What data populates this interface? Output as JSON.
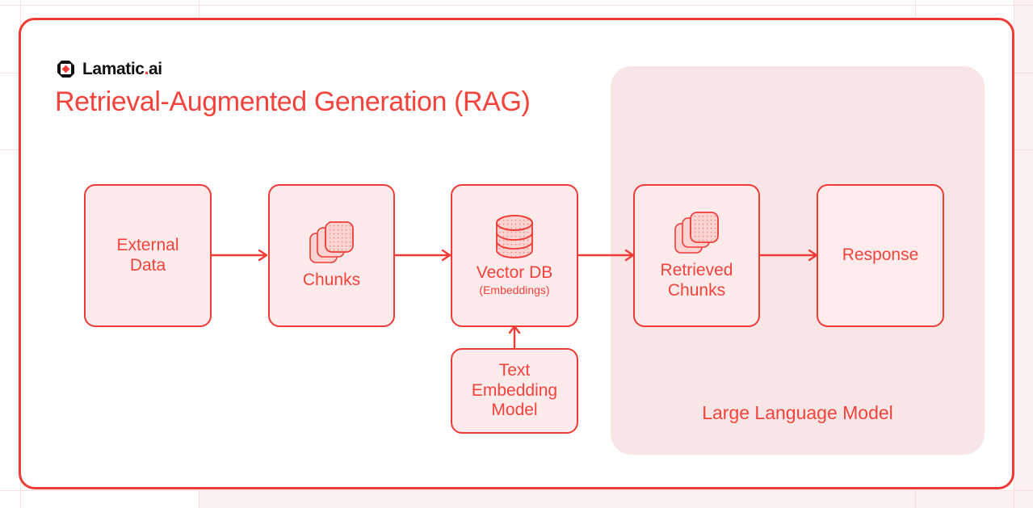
{
  "brand": {
    "name_main": "Lamatic",
    "name_dot": ".",
    "name_suffix": "ai",
    "logo_icon": "lamatic-diamond-logo-icon"
  },
  "page": {
    "title": "Retrieval-Augmented Generation (RAG)"
  },
  "colors": {
    "accent": "#F4433C",
    "border": "#EF3B38",
    "node_fill": "#FDEAEA",
    "group_fill": "#F8E5E5",
    "card_bg": "#FFFFFF",
    "grid_line": "#F7DFE0",
    "logo_black": "#111111"
  },
  "group": {
    "label": "Large Language Model",
    "name": "llm-group"
  },
  "nodes": [
    {
      "id": "external-data",
      "label": "External\nData",
      "sublabel": "",
      "icon": ""
    },
    {
      "id": "chunks",
      "label": "Chunks",
      "sublabel": "",
      "icon": "stacked-cards-icon"
    },
    {
      "id": "vector-db",
      "label": "Vector DB",
      "sublabel": "(Embeddings)",
      "icon": "database-cylinder-icon"
    },
    {
      "id": "retrieved-chunks",
      "label": "Retrieved\nChunks",
      "sublabel": "",
      "icon": "stacked-cards-icon"
    },
    {
      "id": "response",
      "label": "Response",
      "sublabel": "",
      "icon": ""
    },
    {
      "id": "text-embedding-model",
      "label": "Text\nEmbedding\nModel",
      "sublabel": "",
      "icon": ""
    }
  ],
  "edges": [
    {
      "id": "external-data-to-chunks",
      "from": "external-data",
      "to": "chunks",
      "direction": "right"
    },
    {
      "id": "chunks-to-vector-db",
      "from": "chunks",
      "to": "vector-db",
      "direction": "right"
    },
    {
      "id": "vector-db-to-retrieved",
      "from": "vector-db",
      "to": "retrieved-chunks",
      "direction": "right"
    },
    {
      "id": "retrieved-to-response",
      "from": "retrieved-chunks",
      "to": "response",
      "direction": "right"
    },
    {
      "id": "embedding-to-vector-db",
      "from": "text-embedding-model",
      "to": "vector-db",
      "direction": "up"
    }
  ]
}
